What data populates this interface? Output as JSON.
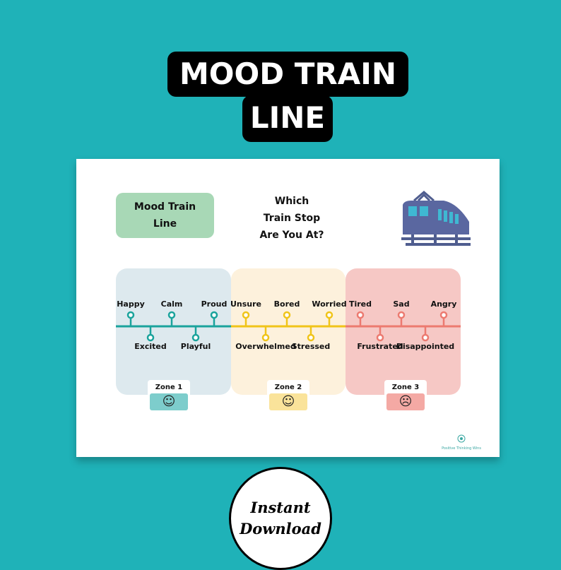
{
  "header": {
    "title_line1": "MOOD TRAIN",
    "title_line2": "LINE"
  },
  "sheet": {
    "box_title_line1": "Mood Train",
    "box_title_line2": "Line",
    "question_line1": "Which",
    "question_line2": "Train Stop",
    "question_line3": "Are You At?",
    "brand": "Positive Thinking Wins",
    "train_icon": "train-icon",
    "zones": [
      {
        "label": "Zone 1",
        "face": "☺",
        "color": "#1aa39c",
        "bg": "#dde9ee",
        "face_bg": "#7dcdcc",
        "stops": [
          {
            "name": "Happy",
            "pos": "top"
          },
          {
            "name": "Excited",
            "pos": "bottom"
          },
          {
            "name": "Calm",
            "pos": "top"
          },
          {
            "name": "Playful",
            "pos": "bottom"
          },
          {
            "name": "Proud",
            "pos": "top"
          }
        ]
      },
      {
        "label": "Zone 2",
        "face": "☺",
        "color": "#f0c419",
        "bg": "#fdf1dc",
        "face_bg": "#fae39a",
        "stops": [
          {
            "name": "Unsure",
            "pos": "top"
          },
          {
            "name": "Overwhelmed",
            "pos": "bottom"
          },
          {
            "name": "Bored",
            "pos": "top"
          },
          {
            "name": "Stressed",
            "pos": "bottom"
          },
          {
            "name": "Worried",
            "pos": "top"
          }
        ]
      },
      {
        "label": "Zone 3",
        "face": "☹",
        "color": "#ec7a70",
        "bg": "#f6c8c5",
        "face_bg": "#f4a9a4",
        "stops": [
          {
            "name": "Tired",
            "pos": "top"
          },
          {
            "name": "Frustrated",
            "pos": "bottom"
          },
          {
            "name": "Sad",
            "pos": "top"
          },
          {
            "name": "Disappointed",
            "pos": "bottom"
          },
          {
            "name": "Angry",
            "pos": "top"
          }
        ]
      }
    ]
  },
  "badge": {
    "line1": "Instant",
    "line2": "Download"
  }
}
